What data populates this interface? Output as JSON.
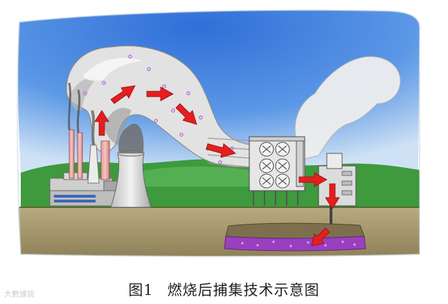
{
  "figure": {
    "label": "图1",
    "title": "燃烧后捕集技术示意图"
  },
  "watermark": {
    "text": "大數據說"
  },
  "colors": {
    "sky": "#3f7fe0",
    "sky_light": "#d7e8f7",
    "hills": "#3e9a3c",
    "ground": "#a89a6e",
    "smoke": "#e4e4e4",
    "arrow": "#e51e1e",
    "co2_storage": "#9a3fbf",
    "co2_dots": "#c07be0"
  },
  "icons": {
    "chimney": "chimney-icon",
    "cooling_tower": "cooling-tower-icon",
    "fan": "fan-icon",
    "flow_arrow": "flow-arrow-icon"
  }
}
